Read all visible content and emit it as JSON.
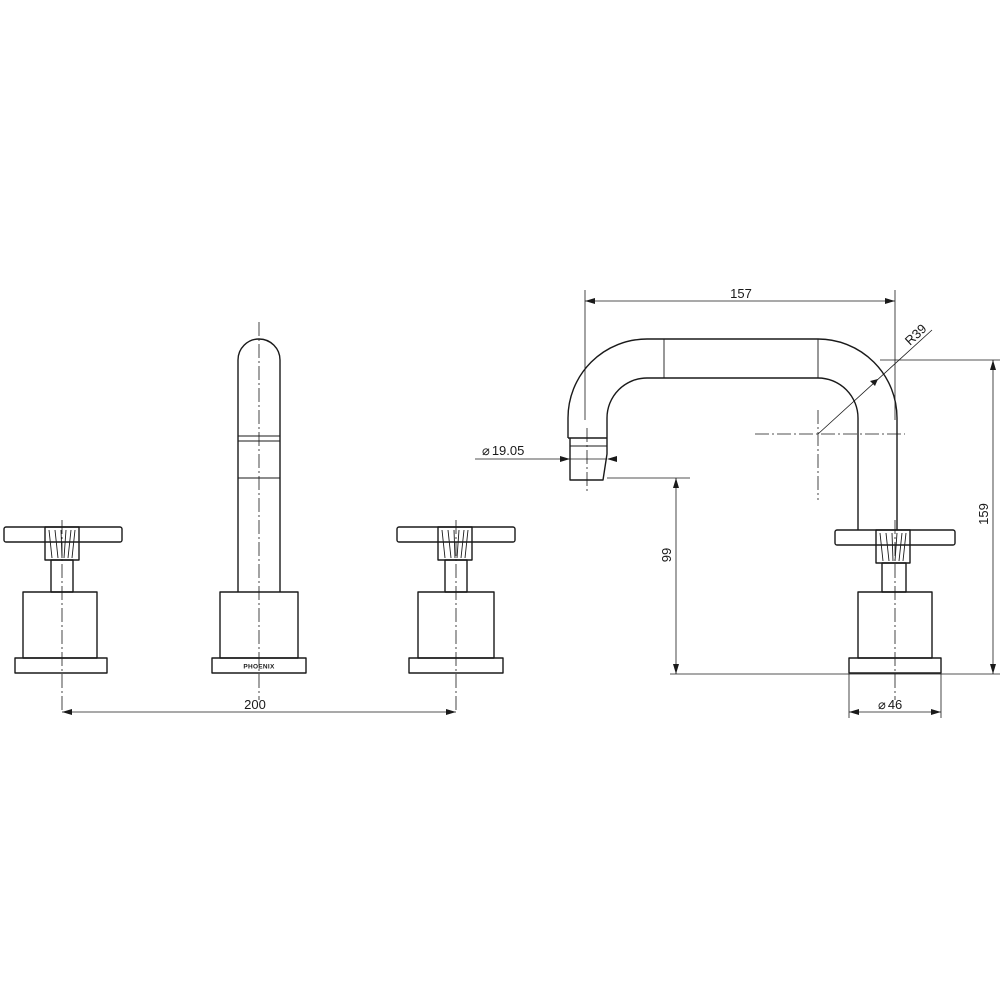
{
  "brand_text": "PHOENIX",
  "dimensions": {
    "tap_spacing": "200",
    "spout_reach": "157",
    "spout_radius": "R39",
    "outlet_diameter": "19.05",
    "outlet_height": "99",
    "overall_height": "159",
    "base_diameter": "46"
  },
  "symbols": {
    "diameter": "⌀"
  },
  "colors": {
    "line": "#1a1a1a",
    "background": "#ffffff"
  }
}
